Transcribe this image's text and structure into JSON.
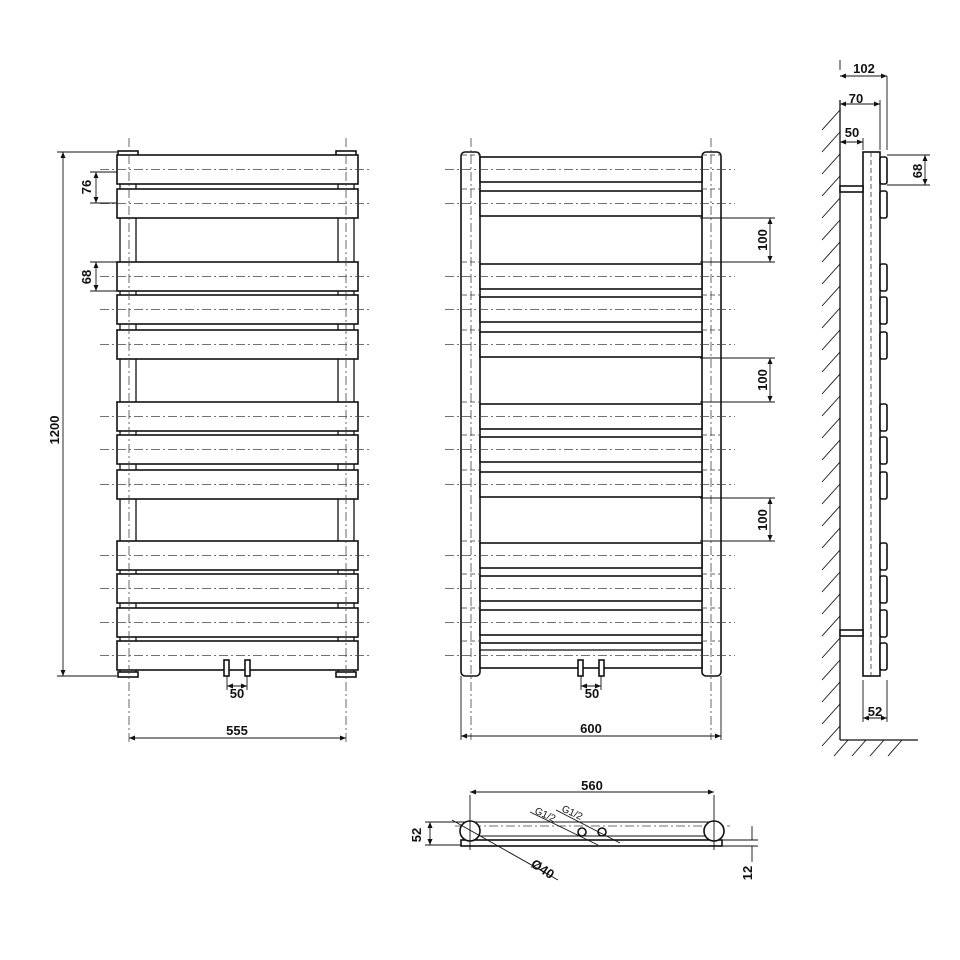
{
  "drawing": {
    "front_view": {
      "height_label": "1200",
      "width_label": "555",
      "panel_height_top": "76",
      "panel_height": "68",
      "valve_spacing": "50"
    },
    "rear_view": {
      "width_label": "600",
      "group_gap_labels": [
        "100",
        "100",
        "100"
      ],
      "valve_spacing": "50"
    },
    "side_view": {
      "depth_total": "102",
      "depth_tube": "70",
      "depth_wall": "50",
      "panel_height": "68",
      "bottom_offset": "52"
    },
    "bottom_view": {
      "tube_spacing": "560",
      "connection_left": "G1/2",
      "connection_right": "G1/2",
      "tube_diameter": "Ø40",
      "depth": "52",
      "panel_thickness": "12"
    },
    "panel_count": 12
  }
}
